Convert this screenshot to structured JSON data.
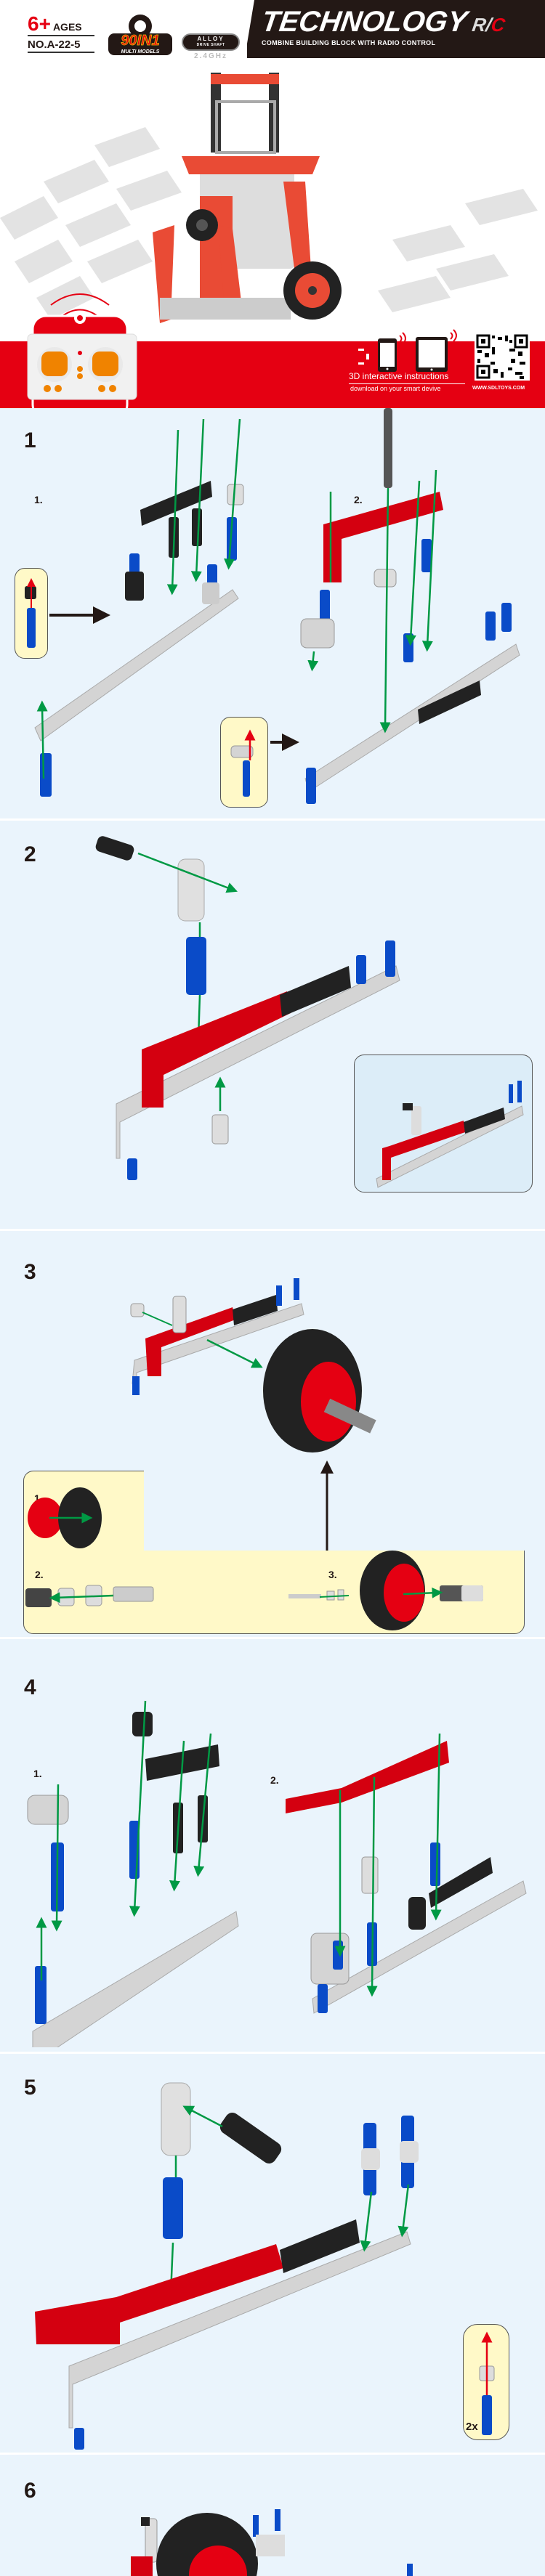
{
  "cover": {
    "age_number": "6+",
    "age_label": "AGES",
    "model_number": "NO.A-22-5",
    "badge_models_main": "90IN1",
    "badge_models_sub": "MULTI MODELS",
    "badge_alloy_main": "ALLOY",
    "badge_alloy_sub": "DRIVE SHAFT",
    "badge_frequency": "2.4GHz",
    "title_main": "TECHNOLOGY",
    "title_rc_r": "R/",
    "title_rc_c": "C",
    "title_sub": "COMBINE BUILDING BLOCK WITH RADIO CONTROL",
    "promo_title": "3D interactive instructions",
    "promo_subtitle": "download on your smart devive",
    "website": "WWW.SDLTOYS.COM",
    "colors": {
      "brand_red": "#e50012",
      "dark": "#231815"
    }
  },
  "steps": [
    {
      "number": "1",
      "substeps": [
        "1.",
        "2."
      ]
    },
    {
      "number": "2",
      "substeps": []
    },
    {
      "number": "3",
      "substeps": [
        "1.",
        "2.",
        "3."
      ]
    },
    {
      "number": "4",
      "substeps": [
        "1.",
        "2."
      ]
    },
    {
      "number": "5",
      "substeps": [],
      "quantity": "2x"
    },
    {
      "number": "6",
      "substeps": []
    }
  ],
  "colors": {
    "page_bg": "#eaf4fc",
    "callout_bg": "#fff9c8",
    "arrow_green": "#009944",
    "arrow_red": "#e50012",
    "beam_gray": "#d4d4d4",
    "beam_red": "#e50012",
    "beam_black": "#222222",
    "pin_blue": "#0a4bc8"
  }
}
